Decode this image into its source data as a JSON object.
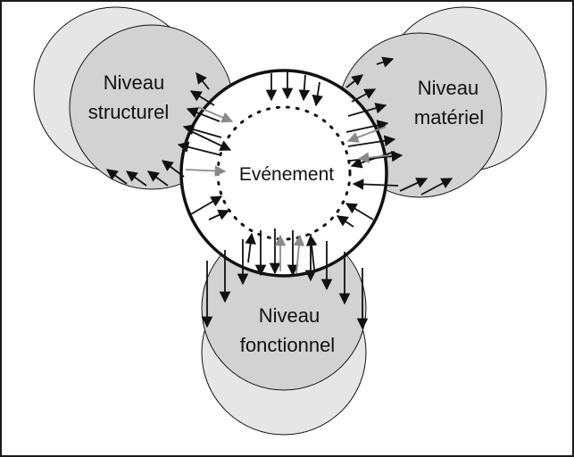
{
  "diagram": {
    "center": {
      "label": "Evénement"
    },
    "levels": [
      {
        "id": "structurel",
        "line1": "Niveau",
        "line2": "structurel"
      },
      {
        "id": "materiel",
        "line1": "Niveau",
        "line2": "matériel"
      },
      {
        "id": "fonctionnel",
        "line1": "Niveau",
        "line2": "fonctionnel"
      }
    ]
  },
  "colors": {
    "disc_outer": "#e6e6e6",
    "disc_inner": "#d2d2d2",
    "stroke": "#111111",
    "arrow_black": "#111111",
    "arrow_gray": "#8a8a8a"
  }
}
